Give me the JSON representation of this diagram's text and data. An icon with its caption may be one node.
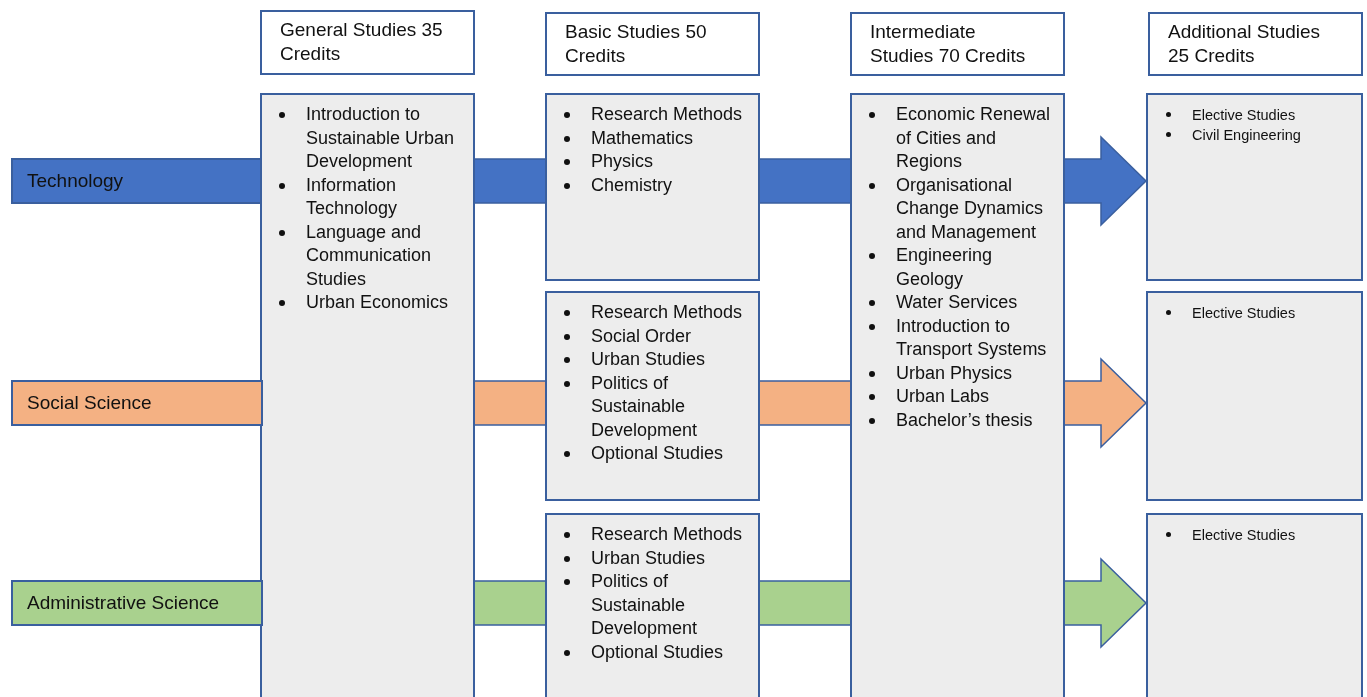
{
  "diagram": {
    "nodes": [
      {
        "text": [
          "General Studies 35 Credits"
        ]
      },
      {
        "text": [
          "Basic Studies 50 Credits"
        ]
      },
      {
        "text": [
          "Intermediate Studies 70 Credits"
        ]
      },
      {
        "text": [
          "Additional Studies 25 Credits"
        ]
      },
      {
        "text": [
          "Technology"
        ]
      },
      {
        "text": [
          "Introduction to Sustainable Urban Development",
          "Information Technology",
          "Language and Communication Studies",
          "Urban Economics"
        ]
      },
      {
        "text": [
          "Research Methods",
          "Mathematics",
          "Physics",
          "Chemistry"
        ]
      },
      {
        "text": [
          "Economic Renewal of Cities and Regions",
          "Organisational Change Dynamics and Management",
          "Engineering Geology",
          "Water Services",
          "Introduction to Transport Systems",
          "Urban Physics",
          "Urban Labs",
          "Bachelor’s thesis"
        ]
      },
      {
        "text": [
          "Elective Studies",
          "Civil Engineering"
        ]
      },
      {
        "text": [
          "Research Methods",
          "Social Order",
          "Urban Studies",
          "Politics of Sustainable Development",
          "Optional Studies"
        ]
      },
      {
        "text": [
          "Elective Studies"
        ]
      },
      {
        "text": [
          "Social Science"
        ]
      },
      {
        "text": [
          "Research Methods",
          "Urban Studies",
          "Politics of Sustainable Development",
          "Optional Studies"
        ]
      },
      {
        "text": [
          "Elective Studies"
        ]
      },
      {
        "text": [
          "Administrative Science"
        ]
      }
    ],
    "edges": [
      {
        "from": 4,
        "to": 8,
        "arrow": "to",
        "style": "thick",
        "color": "#4472c4"
      },
      {
        "from": 11,
        "to": 10,
        "arrow": "to",
        "style": "thick",
        "color": "#f4b183"
      },
      {
        "from": 14,
        "to": 13,
        "arrow": "to",
        "style": "thick",
        "color": "#a9d18e"
      }
    ]
  }
}
